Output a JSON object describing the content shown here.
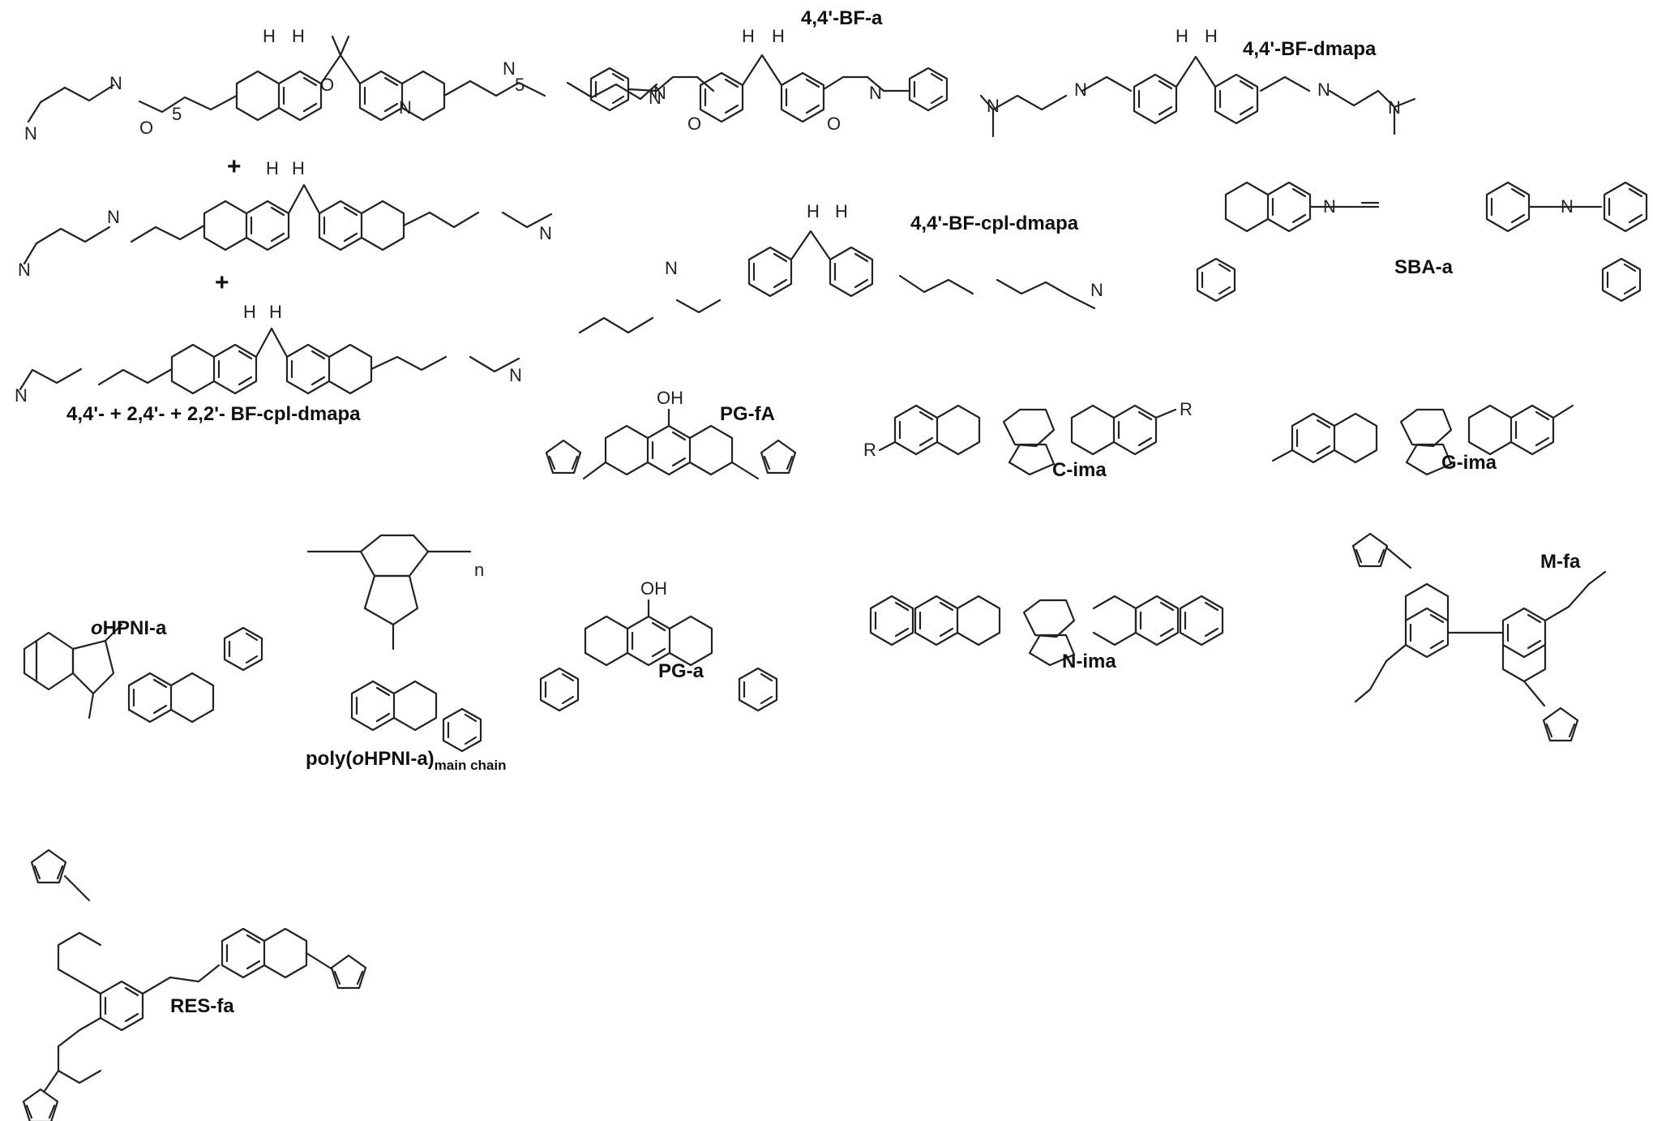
{
  "labels": {
    "bf_cpl_mix": "4,4'-  +  2,4'- + 2,2'- BF-cpl-dmapa",
    "bf_a": "4,4'-BF-a",
    "bf_dmapa": "4,4'-BF-dmapa",
    "bf_cpl_dmapa": "4,4'-BF-cpl-dmapa",
    "sba_a": "SBA-a",
    "pg_fa": "PG-fA",
    "c_ima": "C-ima",
    "g_ima": "G-ima",
    "ohpni_a_prefix": "o",
    "ohpni_a_main": "HPNI-a",
    "poly_prefix": "poly(",
    "poly_o": "o",
    "poly_main": "HPNI-a)",
    "poly_sub": "main chain",
    "pg_a": "PG-a",
    "n_ima": "N-ima",
    "m_fa": "M-fa",
    "res_fa": "RES-fa"
  },
  "plus_sign": "+",
  "atoms": {
    "H": "H",
    "O": "O",
    "N": "N",
    "OH": "OH",
    "R": "R",
    "five": "5",
    "n": "n"
  }
}
